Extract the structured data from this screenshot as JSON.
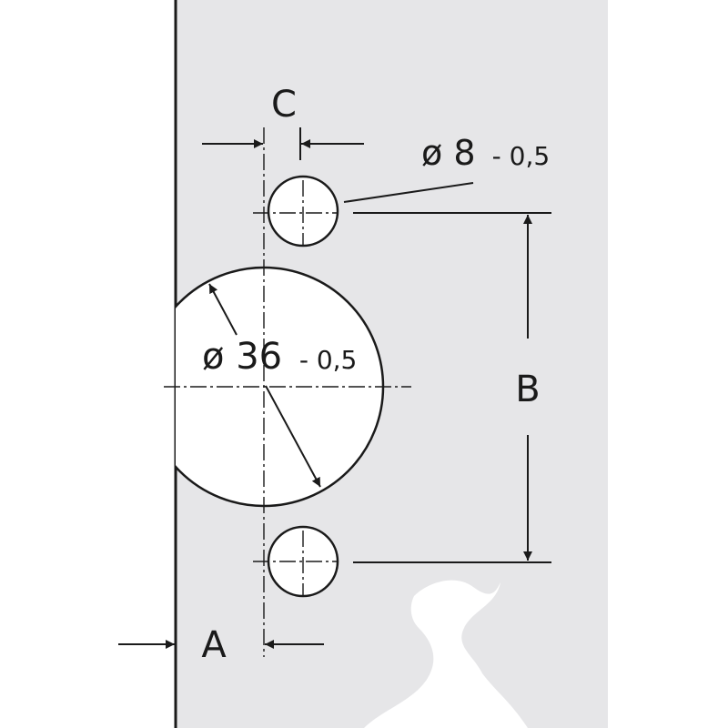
{
  "title": "Hinge cup drilling pattern",
  "dimensions": {
    "a_label": "A",
    "b_label": "B",
    "c_label": "C",
    "small_hole": {
      "symbol": "ø",
      "value": "8",
      "tolerance": "- 0,5"
    },
    "cup_hole": {
      "symbol": "ø",
      "value": "36",
      "tolerance": "- 0,5"
    }
  },
  "colors": {
    "panel": "#e6e6e8",
    "line": "#1a1a1a",
    "hole": "#ffffff"
  }
}
